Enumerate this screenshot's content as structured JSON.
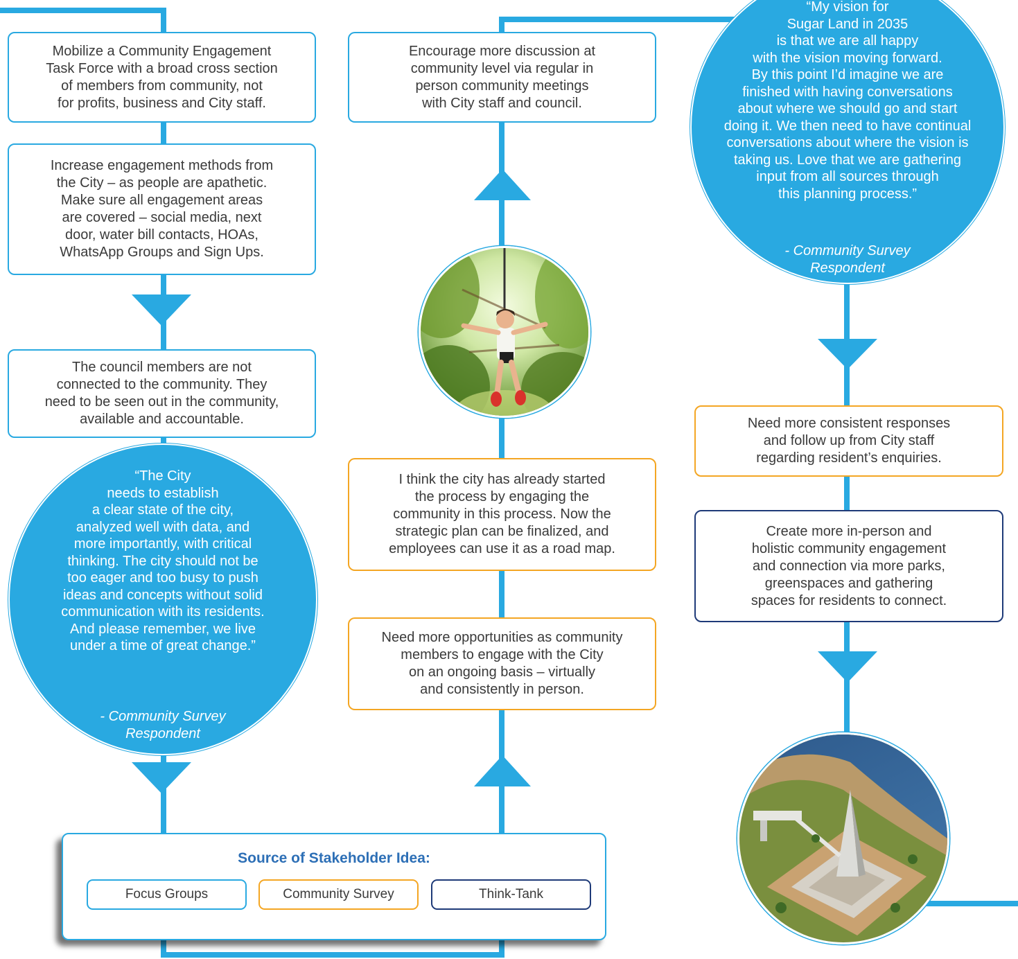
{
  "colors": {
    "connector": "#29a9e1",
    "focus_groups": "#29a9e1",
    "community_survey": "#f4a623",
    "think_tank": "#1e3a78",
    "legend_title": "#2d6fb6"
  },
  "boxes": {
    "b1": "Mobilize a Community Engagement\nTask Force with a broad cross section\nof members from community, not\nfor profits, business and City staff.",
    "b2": "Increase engagement methods from\nthe City – as people are apathetic.\nMake sure all engagement areas\nare covered – social media, next\ndoor, water bill contacts, HOAs,\nWhatsApp Groups and Sign Ups.",
    "b3": "The council members are not\nconnected to the community. They\nneed to be seen out in the community,\navailable and accountable.",
    "b4": "Encourage more discussion at\ncommunity level via regular in\nperson community meetings\nwith City staff and council.",
    "b5": "I think the city has already started\nthe process by engaging the\ncommunity in this process. Now the\nstrategic plan can be finalized, and\nemployees can use it as a road map.",
    "b6": "Need more opportunities as community\nmembers to engage with the City\non an ongoing basis – virtually\nand consistently in person.",
    "b7": "Need more consistent responses\nand follow up from City staff\nregarding resident’s enquiries.",
    "b8": "Create more in-person and\nholistic community engagement\nand connection via more parks,\ngreenspaces and gathering\nspaces for residents to connect."
  },
  "quotes": {
    "q1_text": "“The City\nneeds to establish\na clear state of the city,\nanalyzed well with data, and\nmore importantly, with critical\nthinking. The city should not be\ntoo eager and too busy to push\nideas and concepts without solid\ncommunication with its residents.\nAnd please remember, we live\nunder a time of great change.”",
    "q1_attr": "- Community Survey\nRespondent",
    "q2_text": "“My vision for\nSugar Land in 2035\nis that we are all happy\nwith the vision moving forward.\nBy this point I’d imagine we are\nfinished with having conversations\nabout where we should go and start\ndoing it. We then need to have continual\nconversations about where the vision is\ntaking us. Love that we are gathering\ninput from all sources through\nthis planning process.”",
    "q2_attr": "- Community Survey\nRespondent"
  },
  "legend": {
    "title": "Source of Stakeholder Idea:",
    "focus_groups": "Focus Groups",
    "community_survey": "Community Survey",
    "think_tank": "Think-Tank"
  },
  "photos": {
    "zipline": "zipline-child-photo",
    "monument": "aerial-monument-photo"
  }
}
